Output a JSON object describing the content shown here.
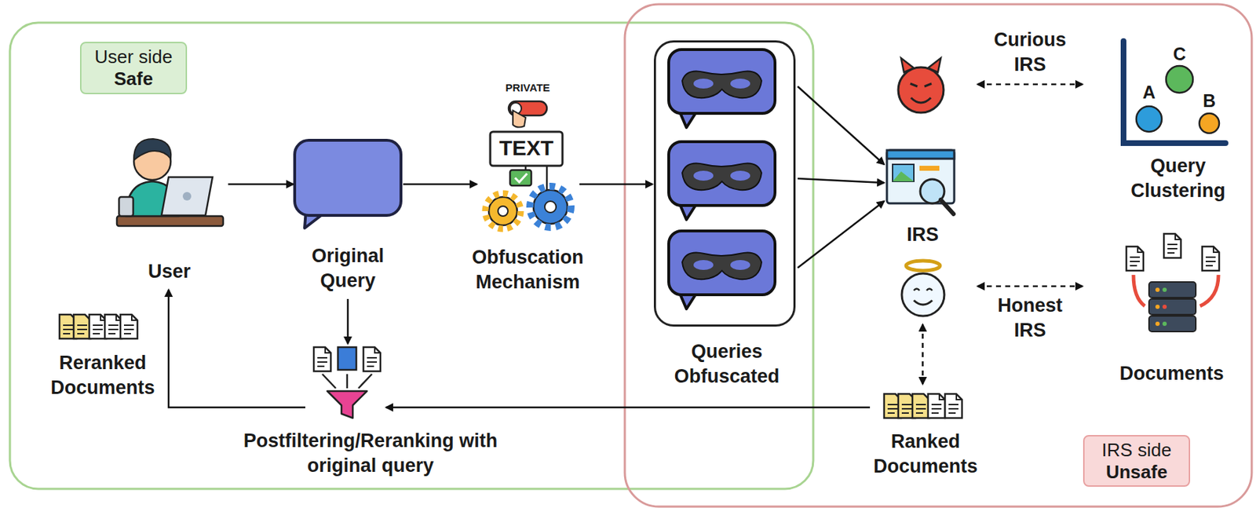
{
  "diagram": {
    "nodes": [
      {
        "text": [
          "User side",
          "Safe"
        ]
      },
      {
        "text": [
          "User"
        ]
      },
      {
        "text": [
          "Original Query"
        ]
      },
      {
        "text": [
          "Obfuscation Mechanism"
        ]
      },
      {
        "text": [
          "Queries Obfuscated"
        ]
      },
      {
        "text": [
          "IRS"
        ]
      },
      {
        "text": [
          "Query Clustering"
        ]
      },
      {
        "text": [
          "Documents"
        ]
      },
      {
        "text": [
          "Ranked Documents"
        ]
      },
      {
        "text": [
          "Postfiltering/Reranking with original query"
        ]
      },
      {
        "text": [
          "Reranked Documents"
        ]
      },
      {
        "text": [
          "IRS side",
          "Unsafe"
        ]
      }
    ],
    "edges": [
      {
        "from": 1,
        "to": 2,
        "arrow": "to"
      },
      {
        "from": 2,
        "to": 3,
        "arrow": "to"
      },
      {
        "from": 3,
        "to": 4,
        "arrow": "to"
      },
      {
        "from": 4,
        "to": 5,
        "arrow": "to"
      },
      {
        "from": 4,
        "to": 5,
        "arrow": "to"
      },
      {
        "from": 4,
        "to": 5,
        "arrow": "to"
      },
      {
        "from": 5,
        "to": 6,
        "label": "Curious IRS",
        "arrow": "both"
      },
      {
        "from": 5,
        "to": 7,
        "label": "Honest IRS",
        "arrow": "both"
      },
      {
        "from": 5,
        "to": 8,
        "arrow": "both"
      },
      {
        "from": 8,
        "to": 9,
        "arrow": "to"
      },
      {
        "from": 2,
        "to": 9,
        "arrow": "to"
      },
      {
        "from": 9,
        "to": 1,
        "arrow": "to"
      }
    ],
    "labels": [
      "PRIVATE",
      "TEXT",
      "A",
      "C",
      "B"
    ]
  }
}
